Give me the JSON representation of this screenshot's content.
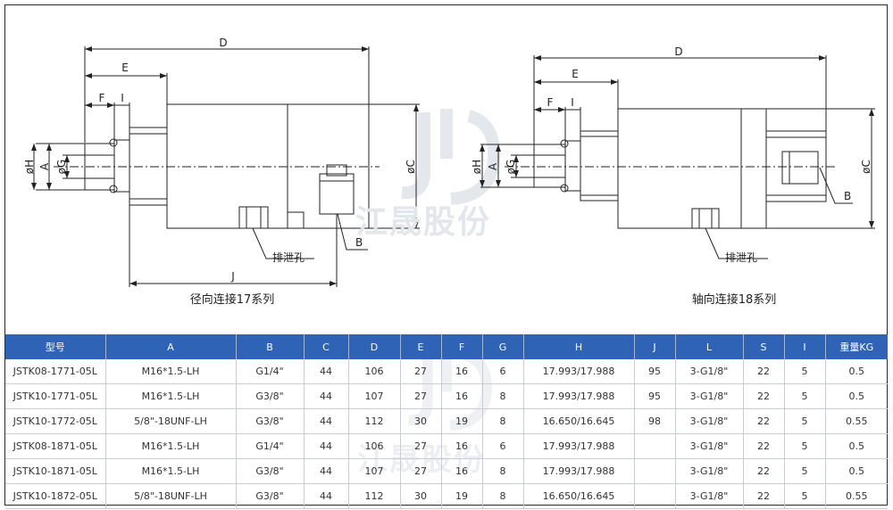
{
  "drawing": {
    "left": {
      "caption": "径向连接17系列",
      "labels": {
        "D": "D",
        "E": "E",
        "F": "F",
        "I": "I",
        "H": "øH",
        "A": "A",
        "G": "øG",
        "C": "øC",
        "J": "J",
        "B": "B",
        "drain": "排泄孔"
      }
    },
    "right": {
      "caption": "轴向连接18系列",
      "labels": {
        "D": "D",
        "E": "E",
        "F": "F",
        "I": "I",
        "H": "øH",
        "A": "A",
        "G": "øG",
        "C": "øC",
        "B": "B",
        "drain": "排泄孔"
      }
    },
    "watermark": "江晟股份"
  },
  "table": {
    "headers": [
      "型号",
      "A",
      "B",
      "C",
      "D",
      "E",
      "F",
      "G",
      "H",
      "J",
      "L",
      "S",
      "I",
      "重量KG"
    ],
    "rows": [
      [
        "JSTK08-1771-05L",
        "M16*1.5-LH",
        "G1/4\"",
        "44",
        "106",
        "27",
        "16",
        "6",
        "17.993/17.988",
        "95",
        "3-G1/8\"",
        "22",
        "5",
        "0.5"
      ],
      [
        "JSTK10-1771-05L",
        "M16*1.5-LH",
        "G3/8\"",
        "44",
        "107",
        "27",
        "16",
        "8",
        "17.993/17.988",
        "95",
        "3-G1/8\"",
        "22",
        "5",
        "0.5"
      ],
      [
        "JSTK10-1772-05L",
        "5/8\"-18UNF-LH",
        "G3/8\"",
        "44",
        "112",
        "30",
        "19",
        "8",
        "16.650/16.645",
        "98",
        "3-G1/8\"",
        "22",
        "5",
        "0.55"
      ],
      [
        "JSTK08-1871-05L",
        "M16*1.5-LH",
        "G1/4\"",
        "44",
        "106",
        "27",
        "16",
        "6",
        "17.993/17.988",
        "",
        "3-G1/8\"",
        "22",
        "5",
        "0.5"
      ],
      [
        "JSTK10-1871-05L",
        "M16*1.5-LH",
        "G3/8\"",
        "44",
        "107",
        "27",
        "16",
        "8",
        "17.993/17.988",
        "",
        "3-G1/8\"",
        "22",
        "5",
        "0.5"
      ],
      [
        "JSTK10-1872-05L",
        "5/8\"-18UNF-LH",
        "G3/8\"",
        "44",
        "112",
        "30",
        "19",
        "8",
        "16.650/16.645",
        "",
        "3-G1/8\"",
        "22",
        "5",
        "0.55"
      ]
    ]
  },
  "colors": {
    "header_bg": "#2e63b6",
    "line": "#222222",
    "watermark": "#e3e6ea"
  }
}
